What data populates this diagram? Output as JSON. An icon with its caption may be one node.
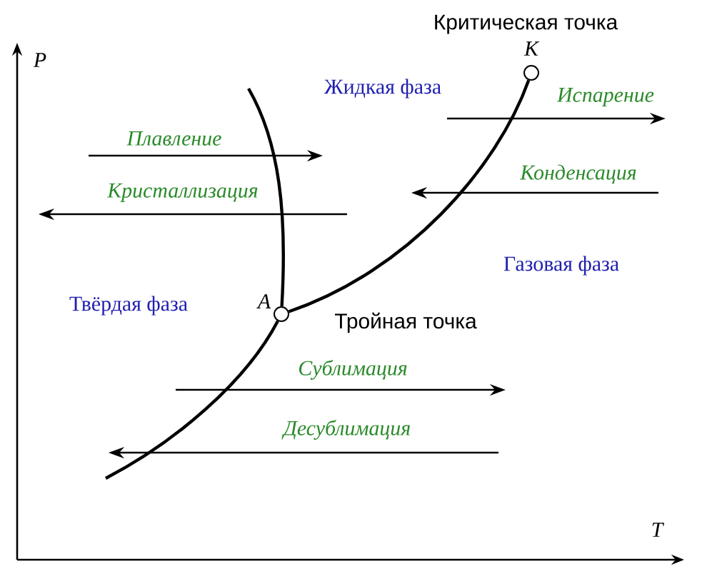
{
  "diagram": {
    "nodes": [
      {
        "text": [
          "A"
        ],
        "beside": [
          "Тройная точка"
        ]
      },
      {
        "text": [
          "K"
        ],
        "beside": [
          "Критическая точка"
        ]
      }
    ],
    "edges": [
      {
        "from": 0,
        "to": 1,
        "arrow": "none"
      },
      {
        "from": 0,
        "to": null,
        "arrow": "none"
      },
      {
        "from": 0,
        "to": null,
        "arrow": "none"
      }
    ],
    "labels": [
      "P",
      "Жидкая фаза",
      "Испарение",
      "Плавление",
      "Конденсация",
      "Кристаллизация",
      "Газовая фаза",
      "Твёрдая фаза",
      "Сублимация",
      "Десублимация",
      "T"
    ]
  }
}
